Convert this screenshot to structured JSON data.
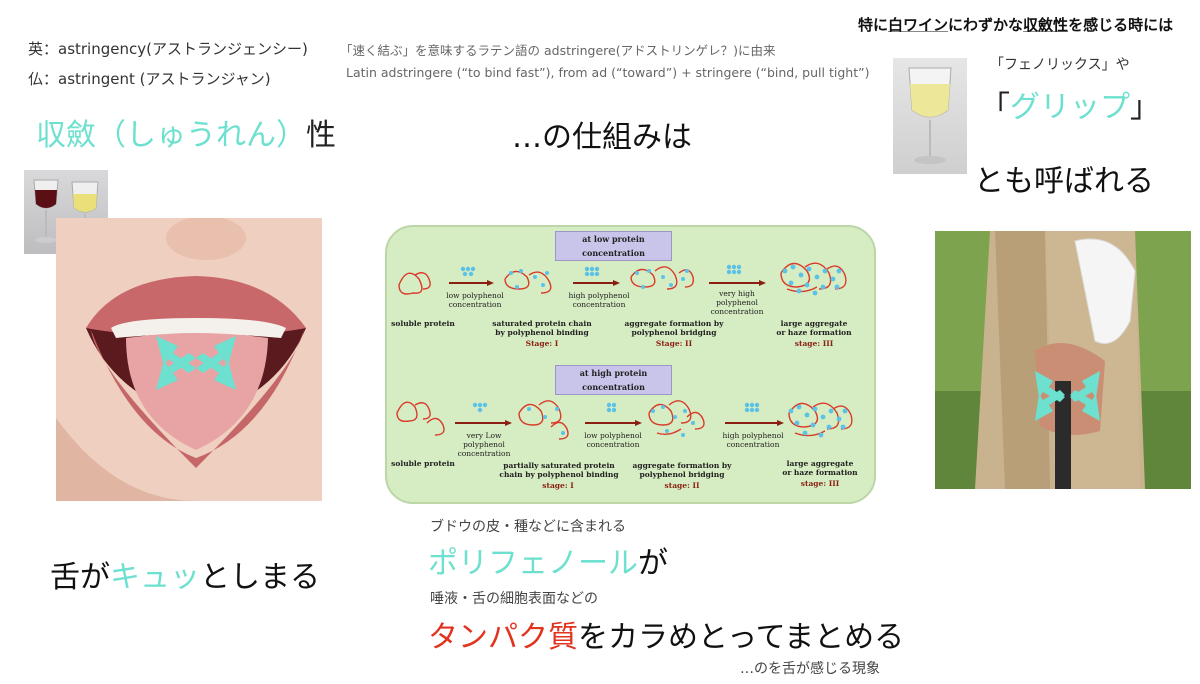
{
  "etymology": {
    "en": "英：astringency(アストランジェンシー)",
    "fr": "仏：astringent (アストランジャン)",
    "jp_note": "「速く結ぶ」を意味するラテン語の adstringere(アドストリンゲレ？)に由来",
    "latin_note": "Latin adstringere (“to bind fast”), from ad (“toward”) + stringere (“bind, pull tight”)"
  },
  "title": {
    "word": "収斂（しゅうれん）",
    "suffix": "性",
    "mechanism": "…の仕組みは"
  },
  "right_panel": {
    "lead_pre": "特に",
    "lead_u1": "白ワイン",
    "lead_mid": "にわずかな",
    "lead_u2": "収斂性",
    "lead_post": "を感じる時には",
    "phenolics": "「フェノリックス」や",
    "grip_open": "「",
    "grip": "グリップ",
    "grip_close": "」",
    "also_called": "とも呼ばれる"
  },
  "left_caption": {
    "pre": "舌が",
    "kyu": "キュッ",
    "post": "としまる"
  },
  "bottom": {
    "grape_note": "ブドウの皮・種などに含まれる",
    "polyphenol": "ポリフェノール",
    "ga": "が",
    "saliva_note": "唾液・舌の細胞表面などの",
    "protein": "タンパク質",
    "bind_text": "をカラめとってまとめる",
    "footnote": "…のを舌が感じる現象"
  },
  "diagram": {
    "header_low": "at low protein concentration",
    "header_high": "at high protein concentration",
    "low_row": {
      "s0": "soluble protein",
      "a1": "low polyphenol\nconcentration",
      "s1": "saturated protein chain\nby polyphenol binding",
      "st1": "Stage: I",
      "a2": "high polyphenol\nconcentration",
      "s2": "aggregate formation by\npolyphenol bridging",
      "st2": "Stage: II",
      "a3": "very high\npolyphenol\nconcentration",
      "s3": "large aggregate\nor haze formation",
      "st3": "stage: III"
    },
    "high_row": {
      "s0": "soluble protein",
      "a1": "very Low polyphenol\nconcentration",
      "s1": "partially saturated protein\nchain by polyphenol binding",
      "st1": "stage: I",
      "a2": "low polyphenol\nconcentration",
      "s2": "aggregate formation by\npolyphenol bridging",
      "st2": "stage: II",
      "a3": "high polyphenol\nconcentration",
      "s3": "large aggregate\nor haze formation",
      "st3": "stage: III"
    }
  },
  "colors": {
    "accent_teal": "#6ee0cf",
    "accent_red": "#e0341f",
    "diagram_bg": "#d6ecc2",
    "protein_red": "#d93a2a",
    "polyphenol_blue": "#5bc2e8"
  }
}
